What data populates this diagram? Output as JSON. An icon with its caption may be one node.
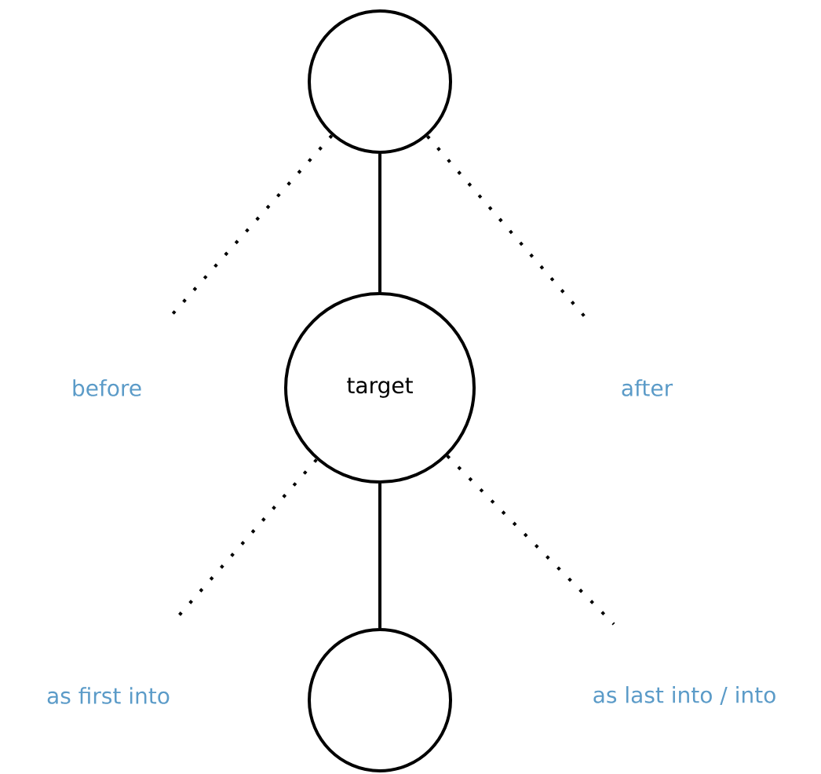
{
  "diagram": {
    "nodes": [
      {
        "text": [],
        "shape": "circle"
      },
      {
        "text": [
          "before"
        ]
      },
      {
        "text": [
          "target"
        ]
      },
      {
        "text": [
          "after"
        ]
      },
      {
        "text": [
          "as first into"
        ]
      },
      {
        "text": [],
        "shape": "circle"
      },
      {
        "text": [
          "as last into / into"
        ]
      }
    ],
    "edges": [
      {
        "from": 0,
        "to": 2,
        "arrow": "none"
      },
      {
        "from": 2,
        "to": 5,
        "arrow": "none"
      },
      {
        "from": 0,
        "to": 1,
        "arrow": "none",
        "style": "dashed"
      },
      {
        "from": 0,
        "to": 3,
        "arrow": "none",
        "style": "dashed"
      },
      {
        "from": 2,
        "to": 4,
        "arrow": "none",
        "style": "dashed"
      },
      {
        "from": 2,
        "to": 6,
        "arrow": "none",
        "style": "dashed"
      }
    ]
  }
}
